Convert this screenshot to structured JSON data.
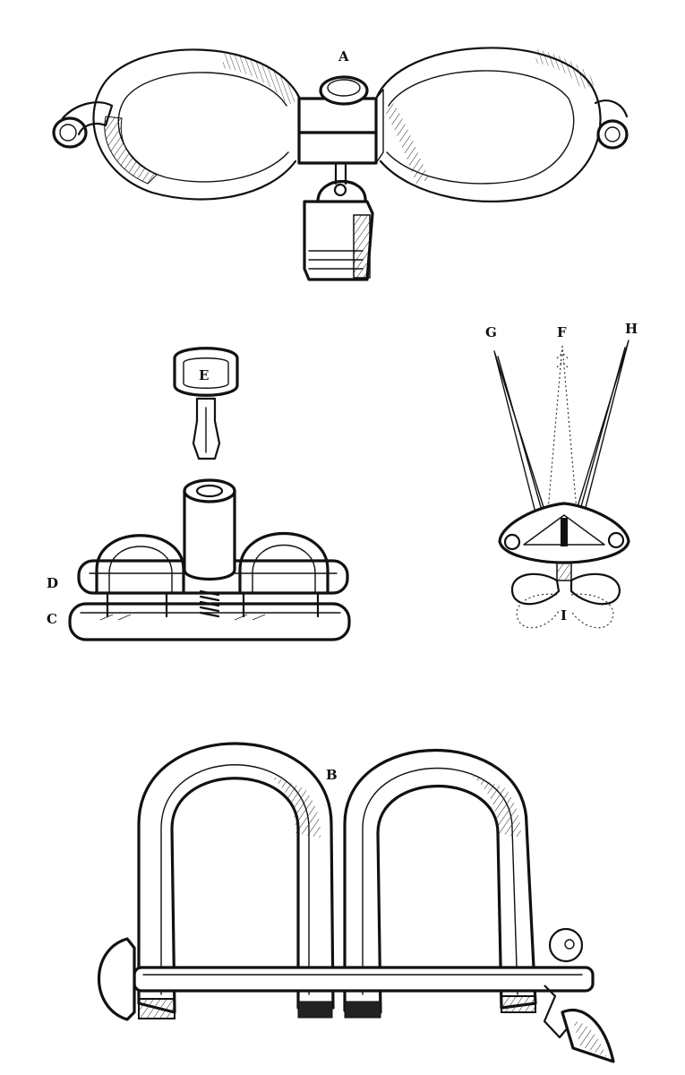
{
  "labels": {
    "a": "A",
    "b": "B",
    "c": "C",
    "d": "D",
    "e": "E",
    "f": "F",
    "g": "G",
    "h": "H",
    "i": "I"
  },
  "colors": {
    "ink": "#111111",
    "paper": "#ffffff"
  }
}
